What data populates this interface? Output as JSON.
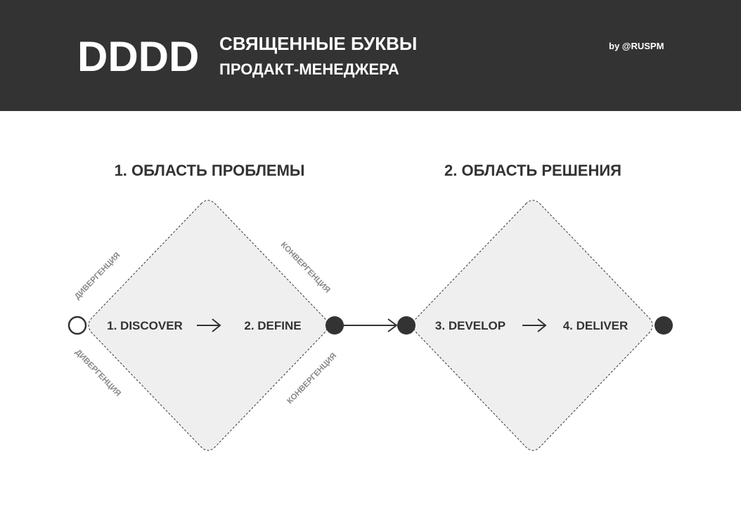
{
  "header": {
    "logo": "DDDD",
    "subtitle_line1": "СВЯЩЕННЫЕ БУКВЫ",
    "subtitle_line2": "ПРОДАКТ-МЕНЕДЖЕРА",
    "byline": "by @RUSPM"
  },
  "areas": [
    {
      "title": "1. ОБЛАСТЬ ПРОБЛЕМЫ"
    },
    {
      "title": "2. ОБЛАСТЬ РЕШЕНИЯ"
    }
  ],
  "phases": [
    {
      "label": "1. DISCOVER"
    },
    {
      "label": "2. DEFINE"
    },
    {
      "label": "3. DEVELOP"
    },
    {
      "label": "4. DELIVER"
    }
  ],
  "edge_labels": {
    "divergence": "ДИВЕРГЕНЦИЯ",
    "convergence": "КОНВЕРГЕНЦИЯ"
  },
  "colors": {
    "header_bg": "#333333",
    "diamond_fill": "#efefef",
    "dark": "#333333",
    "edge_label": "#8a8a8a"
  }
}
